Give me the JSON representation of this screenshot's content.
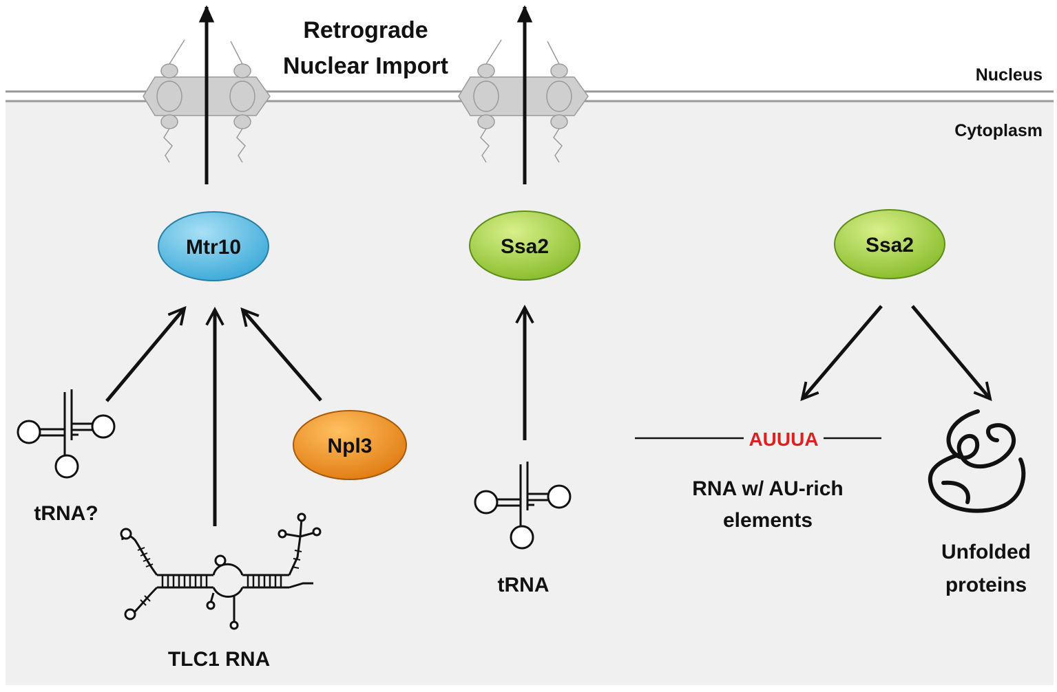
{
  "title": {
    "line1": "Retrograde",
    "line2": "Nuclear Import"
  },
  "compartments": {
    "nucleus": "Nucleus",
    "cytoplasm": "Cytoplasm"
  },
  "proteins": {
    "mtr10": "Mtr10",
    "ssa2_middle": "Ssa2",
    "ssa2_right": "Ssa2",
    "npl3": "Npl3"
  },
  "rna_labels": {
    "trna_question": "tRNA?",
    "tlc1": "TLC1 RNA",
    "trna": "tRNA",
    "au_rich_motif": "AUUUA",
    "au_rich_line1": "RNA w/ AU-rich",
    "au_rich_line2": "elements",
    "unfolded_line1": "Unfolded",
    "unfolded_line2": "proteins"
  },
  "colors": {
    "cytoplasm_bg": "#f0f0f0",
    "mtr10_fill": "#5bbde3",
    "ssa2_fill": "#9ccc3c",
    "npl3_fill": "#ef8a1a",
    "motif_text": "#e02020",
    "pore_fill": "#cfcfcf"
  }
}
